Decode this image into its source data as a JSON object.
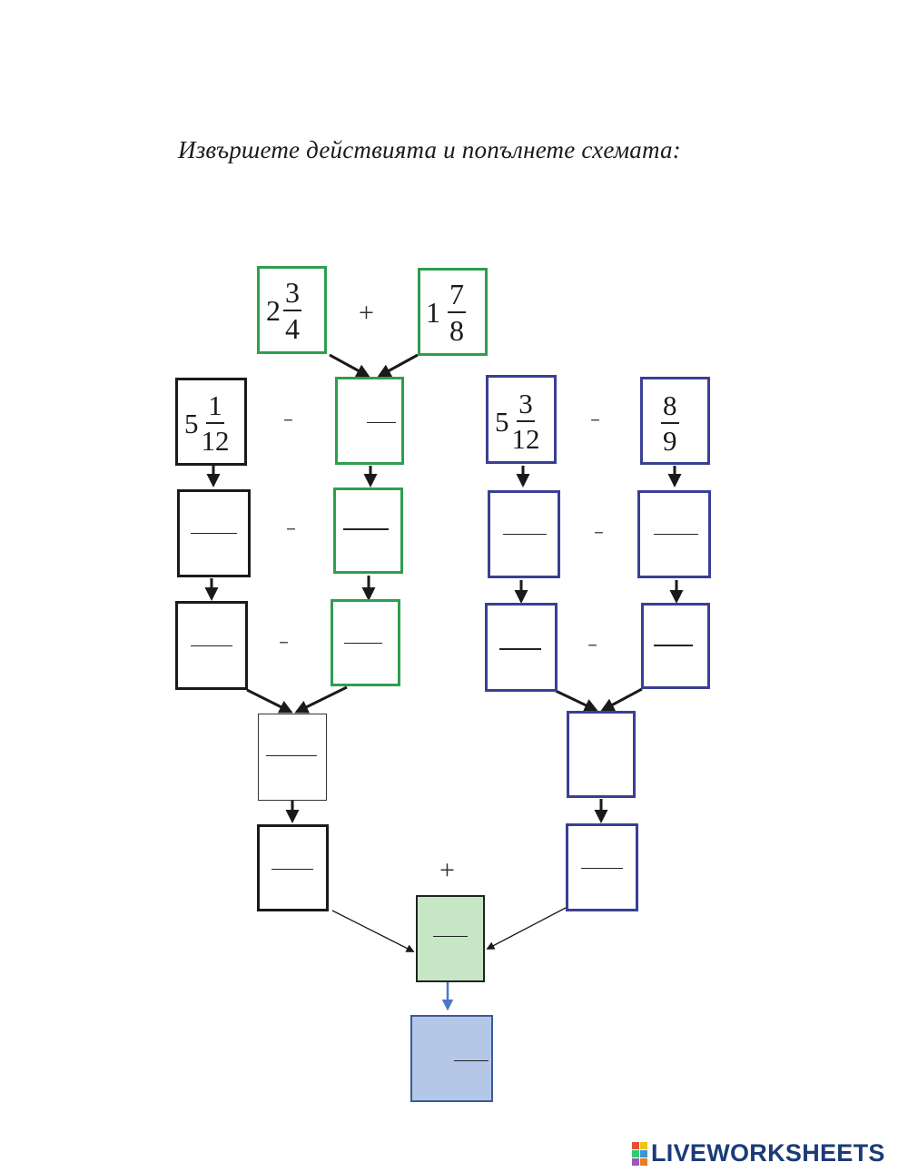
{
  "title": "Извършете действията и попълнете схемата:",
  "operators": {
    "plus": "+",
    "minus": "–"
  },
  "top": {
    "left_term": {
      "whole": "2",
      "num": "3",
      "den": "4"
    },
    "right_term": {
      "whole": "1",
      "num": "7",
      "den": "8"
    }
  },
  "left_branch": {
    "given": {
      "whole": "5",
      "num": "1",
      "den": "12"
    }
  },
  "right_branch": {
    "given_left": {
      "whole": "5",
      "num": "3",
      "den": "12"
    },
    "given_right": {
      "num": "8",
      "den": "9"
    }
  },
  "colors": {
    "black_box": "#1a1a1a",
    "green_box": "#2e9e4f",
    "blue_box": "#3a3f95",
    "sum_fill": "#c6e6c6",
    "result_fill": "#b4c7e7",
    "result_arrow": "#4a78c8"
  },
  "logo": {
    "text": "LIVEWORKSHEETS",
    "mark_colors": [
      "#e74c3c",
      "#f1c40f",
      "#2ecc71",
      "#3498db",
      "#9b59b6",
      "#e67e22"
    ]
  }
}
